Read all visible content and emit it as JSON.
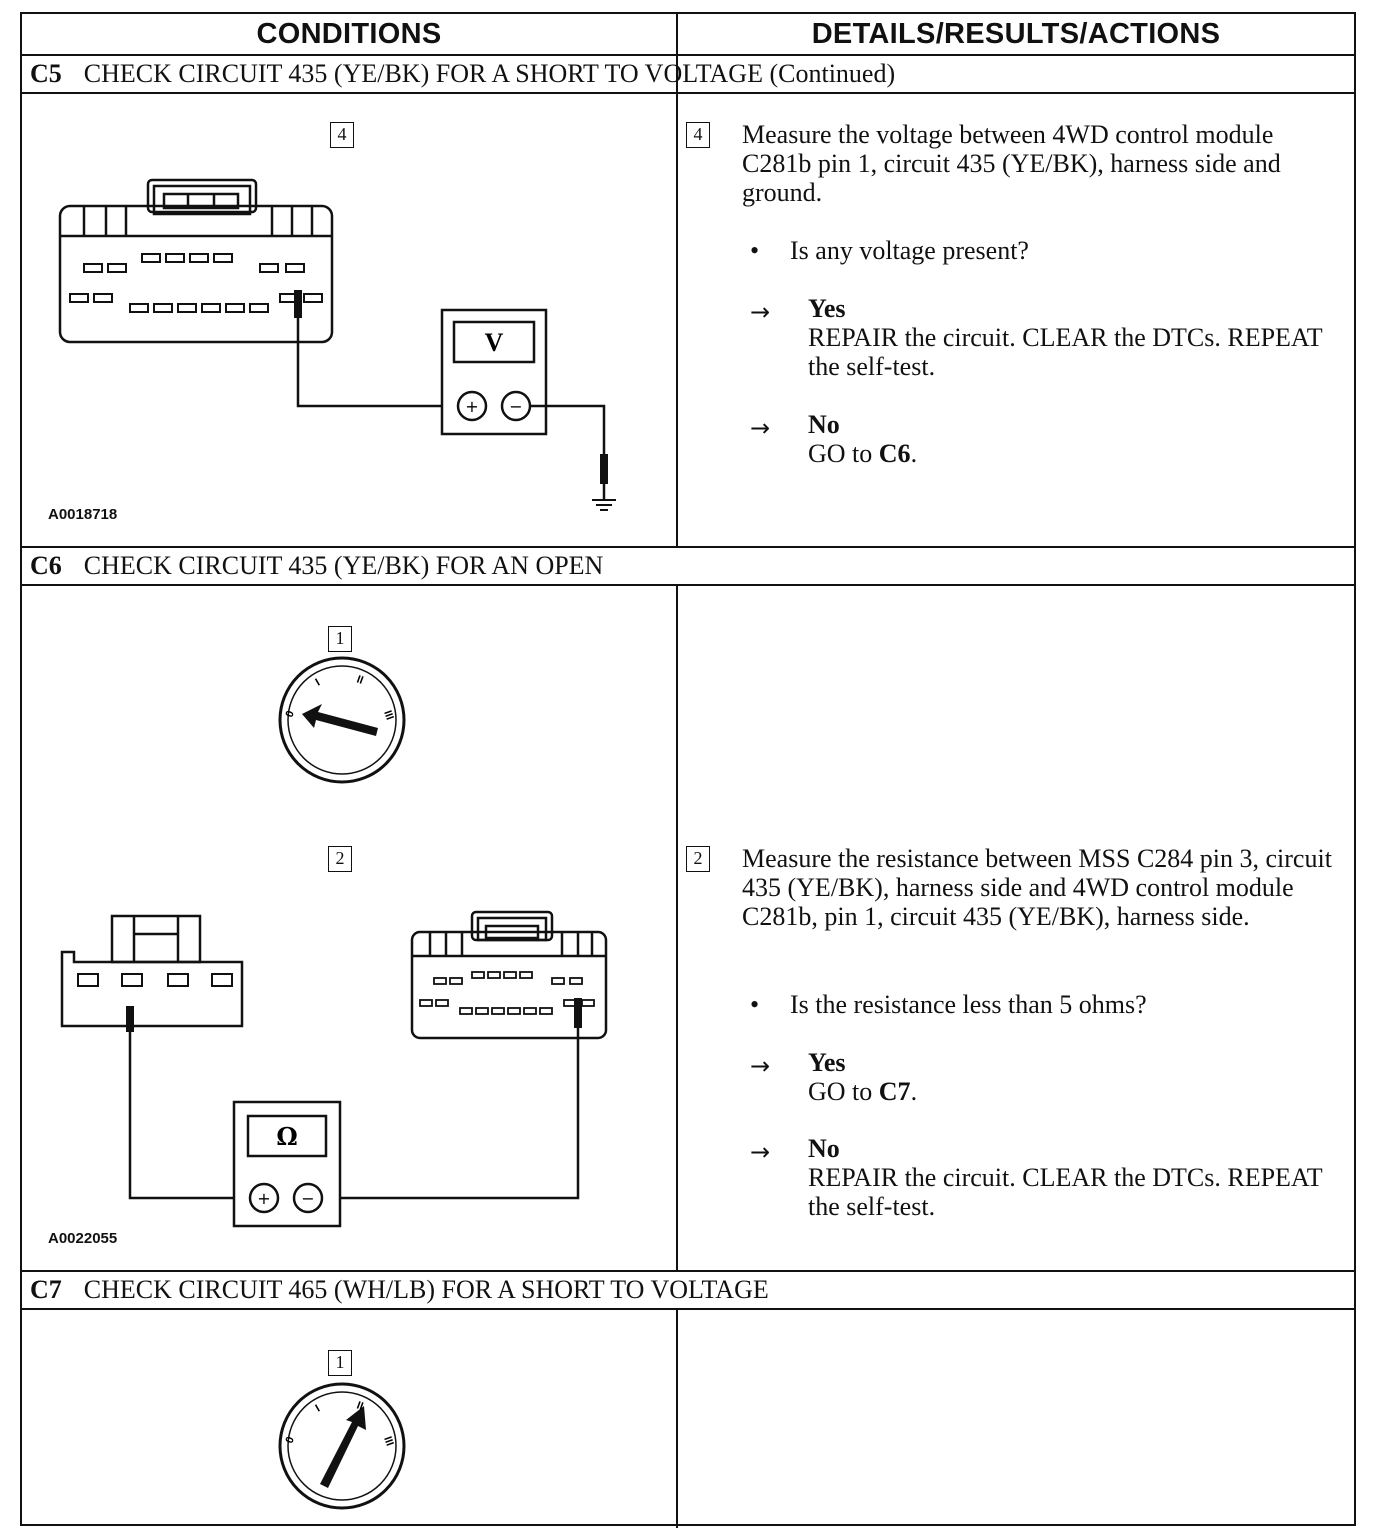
{
  "headers": {
    "conditions": "CONDITIONS",
    "details": "DETAILS/RESULTS/ACTIONS"
  },
  "c5": {
    "id": "C5",
    "title": "CHECK CIRCUIT 435 (YE/BK) FOR A SHORT TO VOLTAGE (Continued)",
    "step_num": "4",
    "figure_id": "A0018718",
    "meter_symbol": "V",
    "instruction": "Measure the voltage between 4WD control module C281b pin 1, circuit 435 (YE/BK), harness side and ground.",
    "question": "Is any voltage present?",
    "yes_label": "Yes",
    "yes_action": "REPAIR the circuit. CLEAR the DTCs. REPEAT the self-test.",
    "no_label": "No",
    "no_action_prefix": "GO to ",
    "no_action_target": "C6",
    "no_action_suffix": "."
  },
  "c6": {
    "id": "C6",
    "title": "CHECK CIRCUIT 435 (YE/BK) FOR AN OPEN",
    "step1_num": "1",
    "step2_num": "2",
    "figure_id": "A0022055",
    "meter_symbol": "Ω",
    "instruction": "Measure the resistance between MSS C284 pin 3, circuit 435 (YE/BK), harness side and 4WD control module C281b, pin 1, circuit 435 (YE/BK), harness side.",
    "question": "Is the resistance less than 5 ohms?",
    "yes_label": "Yes",
    "yes_action_prefix": "GO to ",
    "yes_action_target": "C7",
    "yes_action_suffix": ".",
    "no_label": "No",
    "no_action": "REPAIR the circuit. CLEAR the DTCs. REPEAT the self-test."
  },
  "c7": {
    "id": "C7",
    "title": "CHECK CIRCUIT 465 (WH/LB) FOR A SHORT TO VOLTAGE",
    "step_num": "1"
  },
  "symbols": {
    "bullet": "•",
    "arrow": "→",
    "plus": "+",
    "minus": "−",
    "ign_off": "0",
    "ign_i": "I",
    "ign_ii": "II",
    "ign_iii": "III"
  }
}
